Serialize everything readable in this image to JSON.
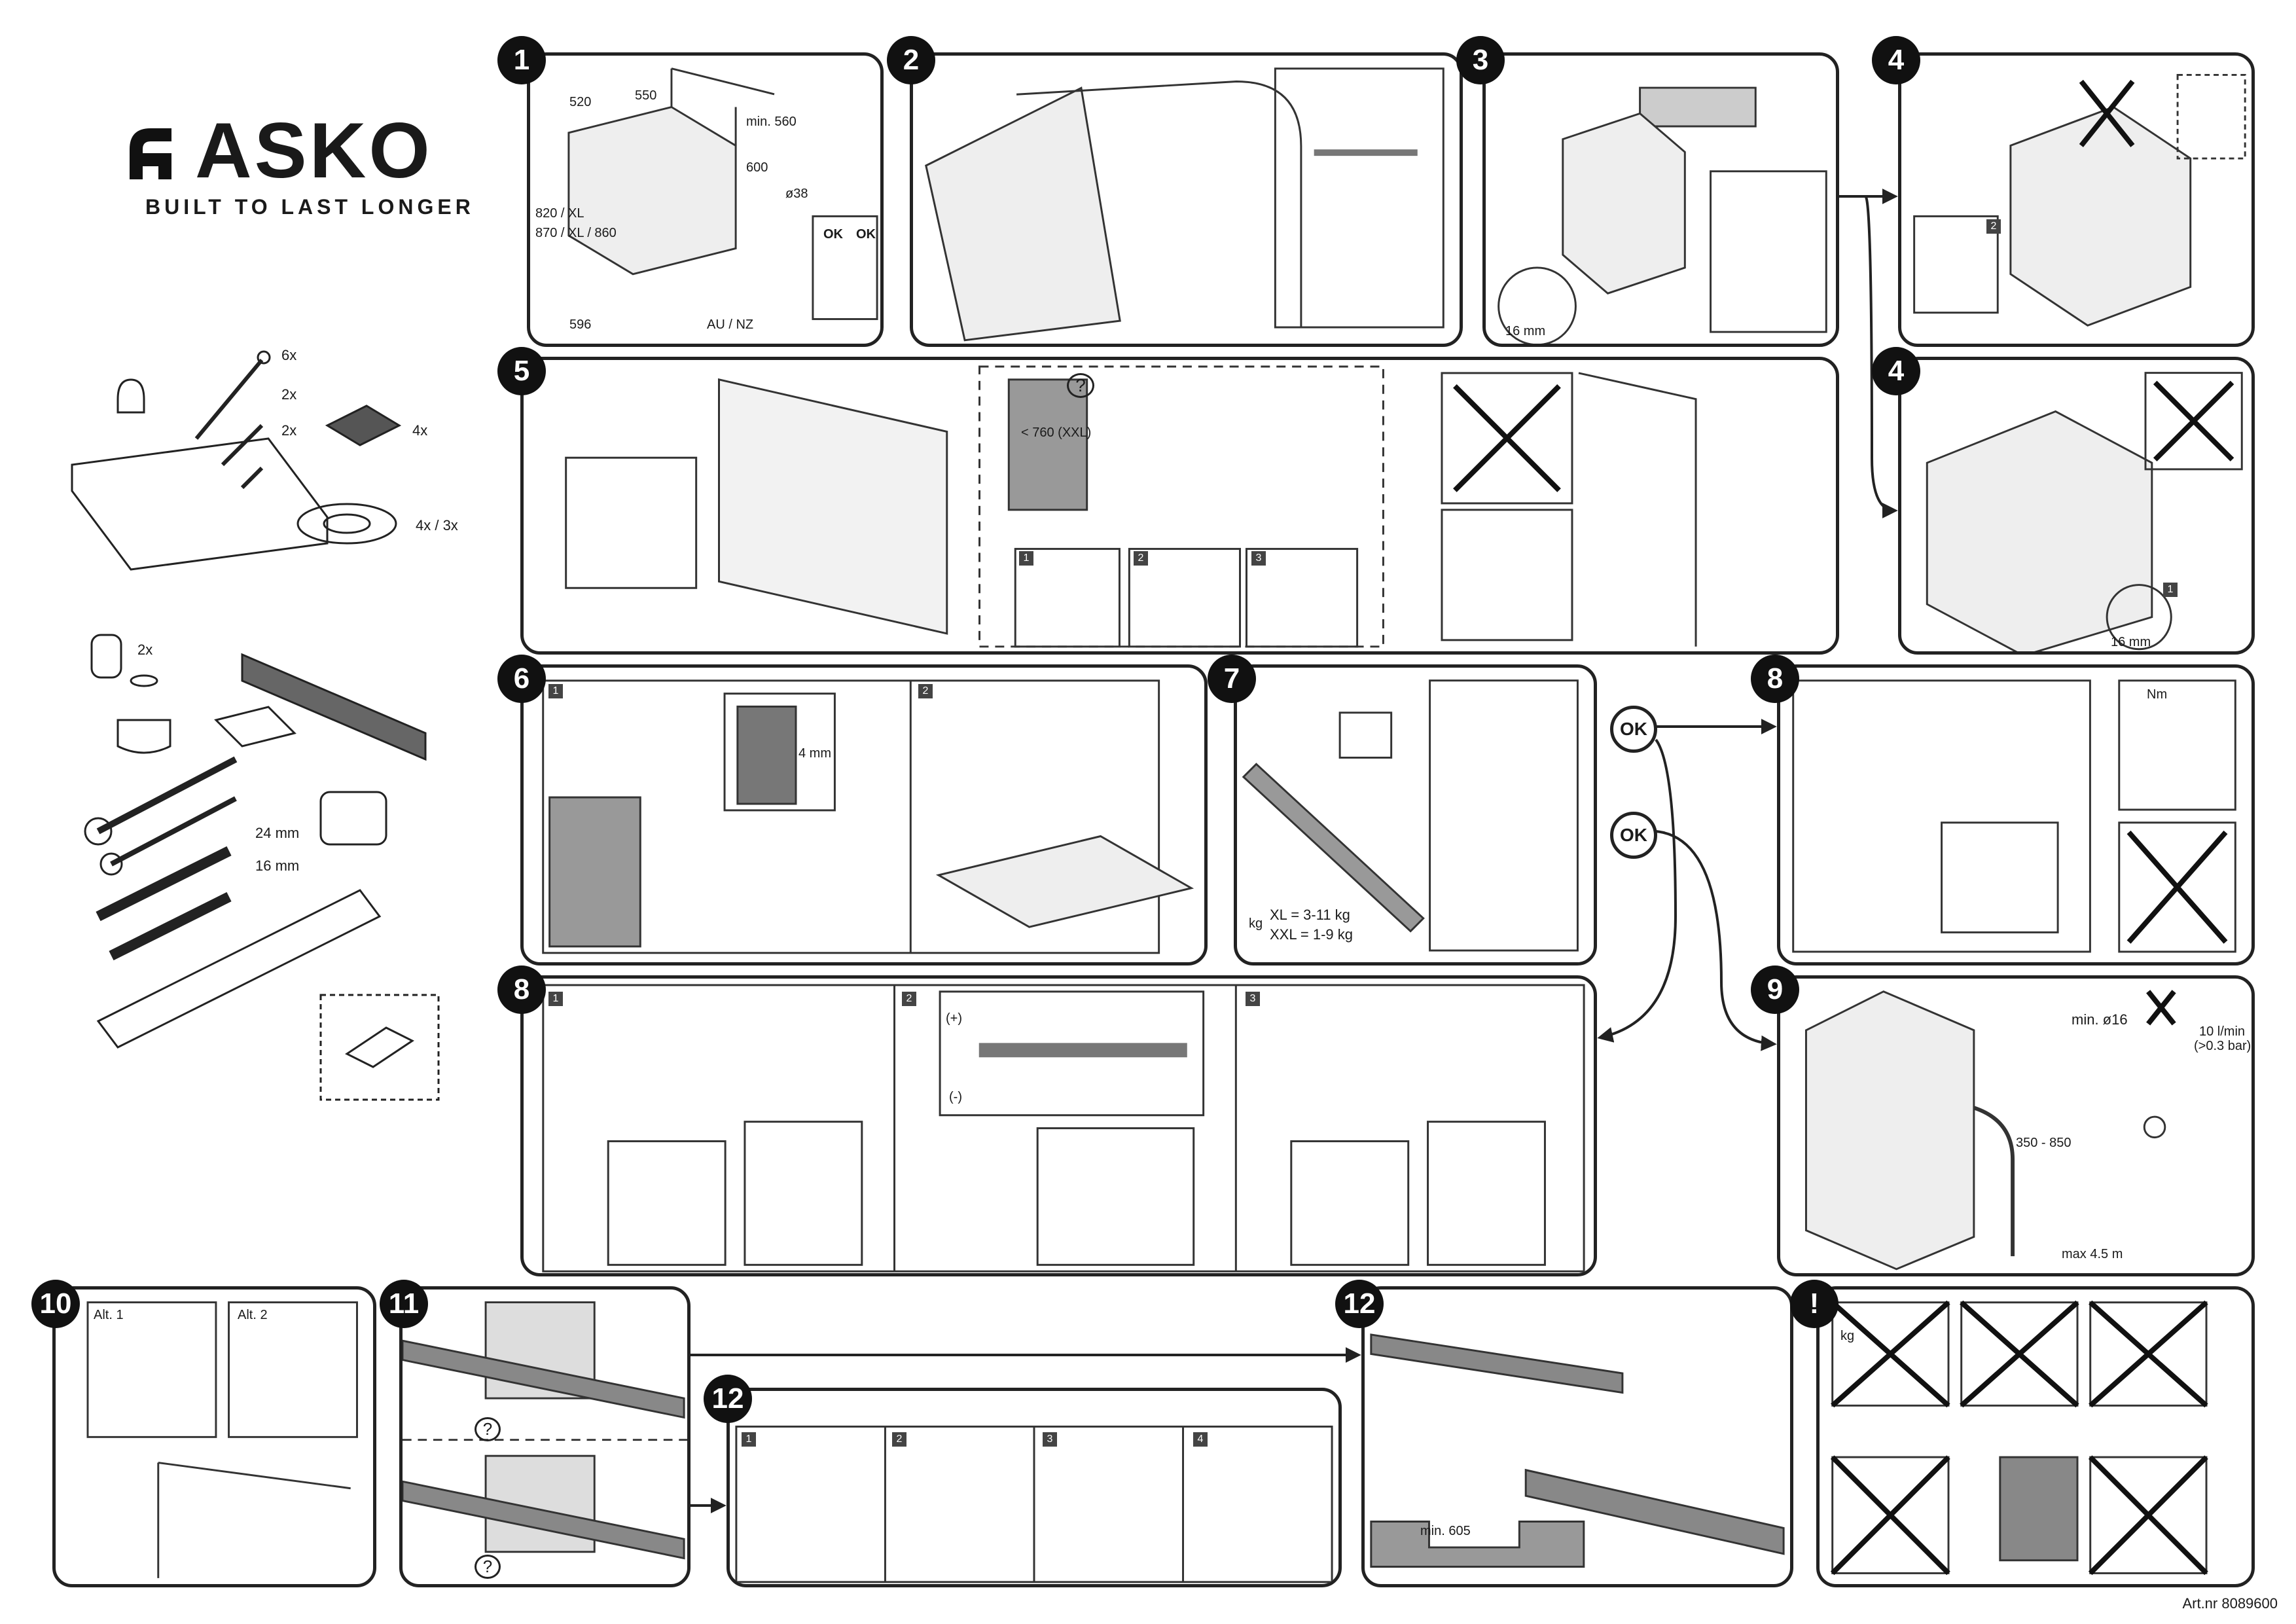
{
  "brand": {
    "name": "ASKO",
    "tagline": "BUILT TO LAST LONGER"
  },
  "parts": {
    "screw_long_qty": "6x",
    "screw_mid_qty": "2x",
    "screw_short_qty": "2x",
    "pad_qty": "4x",
    "foot_qty": "4x / 3x",
    "sleeve_qty": "2x"
  },
  "tools": {
    "wrench_large": "24 mm",
    "wrench_small": "16 mm"
  },
  "steps": {
    "s1": {
      "num": "1",
      "dims": [
        "520",
        "550",
        "min. 560",
        "600",
        "596",
        "820 / XL",
        "870 / XL / 860",
        "ø38",
        "AU / NZ",
        "OK",
        "OK"
      ]
    },
    "s2": {
      "num": "2"
    },
    "s3": {
      "num": "3",
      "dim": "16 mm"
    },
    "s4a": {
      "num": "4",
      "sub": "2"
    },
    "s4b": {
      "num": "4",
      "sub": "1",
      "dim": "16 mm"
    },
    "s5": {
      "num": "5",
      "question": "?",
      "panel_size": "< 760 (XXL)",
      "subs": [
        "1",
        "2",
        "3"
      ]
    },
    "s6": {
      "num": "6",
      "subs": [
        "1",
        "2"
      ],
      "gap": "4 mm"
    },
    "s7": {
      "num": "7",
      "weights": [
        "XL = 3-11 kg",
        "XXL = 1-9 kg"
      ],
      "weight_icon": "kg"
    },
    "s8a": {
      "num": "8",
      "tool_label": "Nm"
    },
    "s8b": {
      "num": "8",
      "subs": [
        "1",
        "2",
        "3"
      ],
      "plus": "(+)",
      "minus": "(-)"
    },
    "s9": {
      "num": "9",
      "hose_min": "min. ø16",
      "height": "350 - 850",
      "flow": "10 l/min",
      "pressure": "(>0.3 bar)",
      "hose_len": "max 4.5 m"
    },
    "s10": {
      "num": "10",
      "alt1": "Alt. 1",
      "alt2": "Alt. 2"
    },
    "s11": {
      "num": "11",
      "question": "?"
    },
    "s12a": {
      "num": "12",
      "subs": [
        "1",
        "2",
        "3",
        "4"
      ]
    },
    "s12b": {
      "num": "12",
      "min": "min. 605"
    },
    "warning": {
      "num": "!",
      "weight_icon": "kg"
    }
  },
  "ok_labels": [
    "OK",
    "OK"
  ],
  "footer": {
    "art_nr": "Art.nr 8089600"
  }
}
